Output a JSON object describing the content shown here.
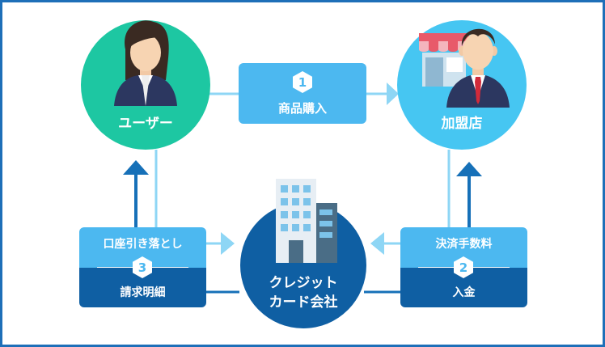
{
  "nodes": {
    "user": {
      "label": "ユーザー"
    },
    "merchant": {
      "label": "加盟店"
    },
    "card_company": {
      "label_line1": "クレジット",
      "label_line2": "カード会社"
    }
  },
  "steps": {
    "purchase": {
      "number": "1",
      "label": "商品購入"
    },
    "fee": {
      "top_label": "決済手数料",
      "number": "2",
      "bottom_label": "入金"
    },
    "billing": {
      "top_label": "口座引き落とし",
      "number": "3",
      "bottom_label": "請求明細"
    }
  },
  "colors": {
    "frame": "#1e6fb8",
    "user_circle": "#1dc7a2",
    "merchant_circle": "#46c6f2",
    "card_circle": "#0f5fa3",
    "light_box": "#4cb8f0",
    "dark_box": "#0f5fa3",
    "connector": "#8ed6f5",
    "arrow_dark": "#1670b8"
  },
  "icons": [
    "user-avatar-icon",
    "merchant-avatar-icon",
    "store-awning-icon",
    "building-icon"
  ]
}
